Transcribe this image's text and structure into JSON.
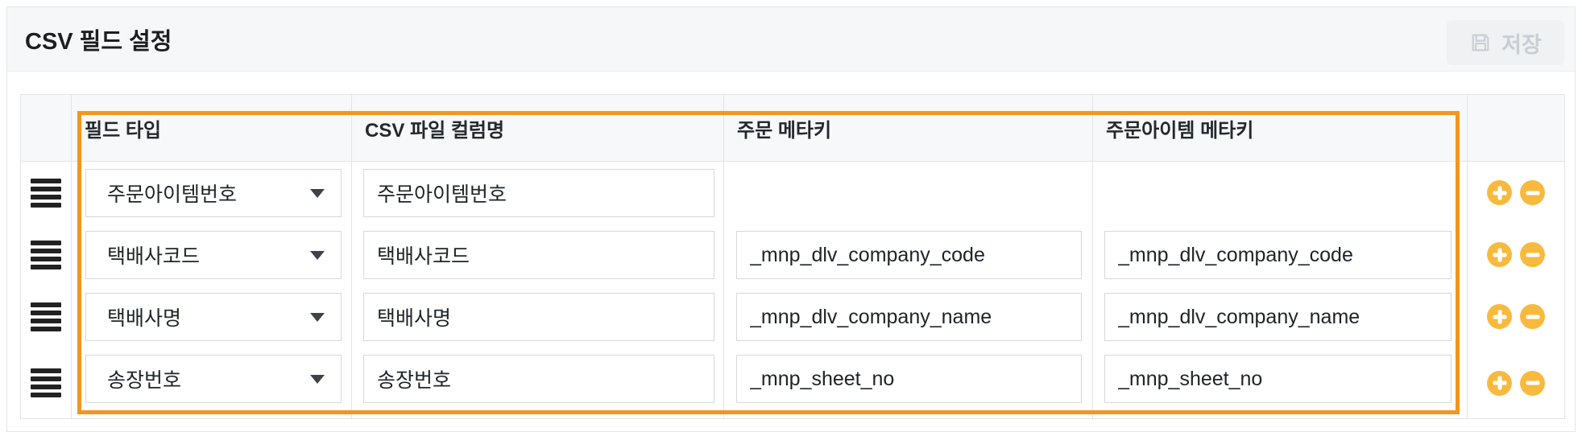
{
  "panel": {
    "title": "CSV 필드 설정"
  },
  "toolbar": {
    "save_label": "저장",
    "save_icon": "floppy-disk",
    "save_state": "disabled"
  },
  "table": {
    "headers": [
      "필드 타입",
      "CSV 파일 컬럼명",
      "주문 메타키",
      "주문아이템 메타키"
    ],
    "rows": [
      {
        "field_type": "주문아이템번호",
        "csv_column": "주문아이템번호",
        "order_meta": "",
        "order_item_meta": ""
      },
      {
        "field_type": "택배사코드",
        "csv_column": "택배사코드",
        "order_meta": "_mnp_dlv_company_code",
        "order_item_meta": "_mnp_dlv_company_code"
      },
      {
        "field_type": "택배사명",
        "csv_column": "택배사명",
        "order_meta": "_mnp_dlv_company_name",
        "order_item_meta": "_mnp_dlv_company_name"
      },
      {
        "field_type": "송장번호",
        "csv_column": "송장번호",
        "order_meta": "_mnp_sheet_no",
        "order_item_meta": "_mnp_sheet_no"
      }
    ]
  },
  "icons": {
    "save": "floppy-disk",
    "drag": "grip-lines",
    "select_caret": "chevron-down",
    "add": "plus-circle",
    "remove": "minus-circle"
  },
  "colors": {
    "highlight_border": "#f5941f",
    "action_button": "#f8ba3e",
    "header_bg": "#f7f8f9",
    "disabled_text": "#c9ced5"
  }
}
